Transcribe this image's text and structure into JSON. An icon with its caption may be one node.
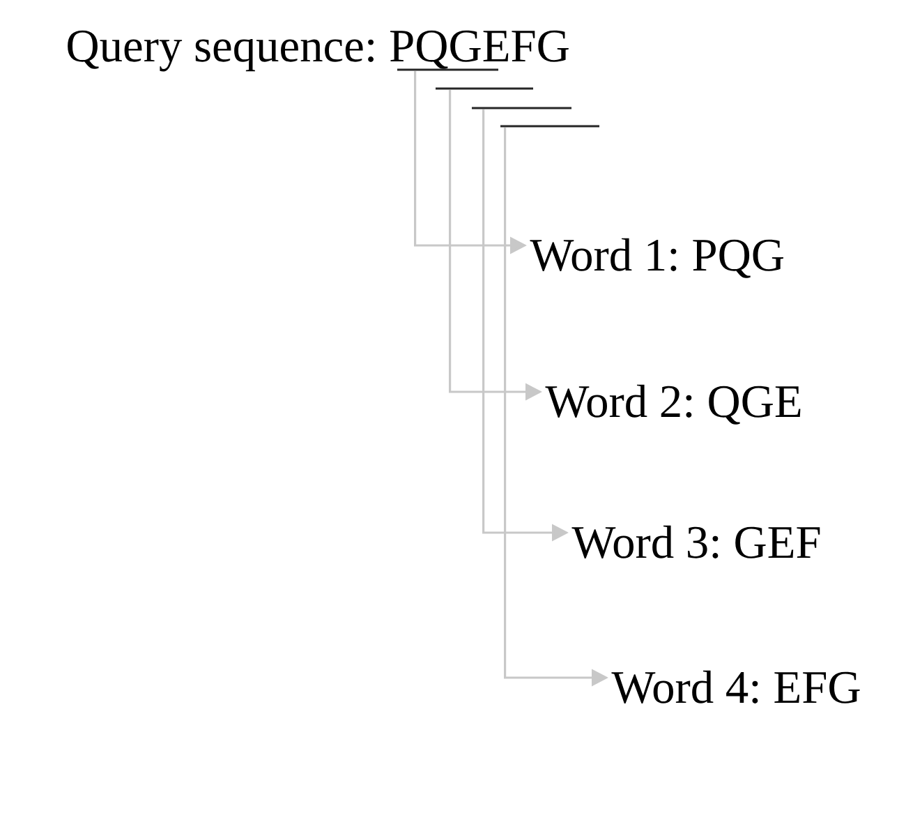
{
  "diagram": {
    "nodes": [
      {
        "text": [
          "Query sequence: PQGEFG"
        ]
      },
      {
        "text": [],
        "shape": "bar"
      },
      {
        "text": [],
        "shape": "bar"
      },
      {
        "text": [],
        "shape": "bar"
      },
      {
        "text": [],
        "shape": "bar"
      },
      {
        "text": [
          "Word 1: PQG"
        ]
      },
      {
        "text": [
          "Word 2: QGE"
        ]
      },
      {
        "text": [
          "Word 3: GEF"
        ]
      },
      {
        "text": [
          "Word 4: EFG"
        ]
      }
    ],
    "edges": [
      {
        "from": 1,
        "to": 5,
        "arrow": "to"
      },
      {
        "from": 2,
        "to": 6,
        "arrow": "to"
      },
      {
        "from": 3,
        "to": 7,
        "arrow": "to"
      },
      {
        "from": 4,
        "to": 8,
        "arrow": "to"
      }
    ]
  }
}
